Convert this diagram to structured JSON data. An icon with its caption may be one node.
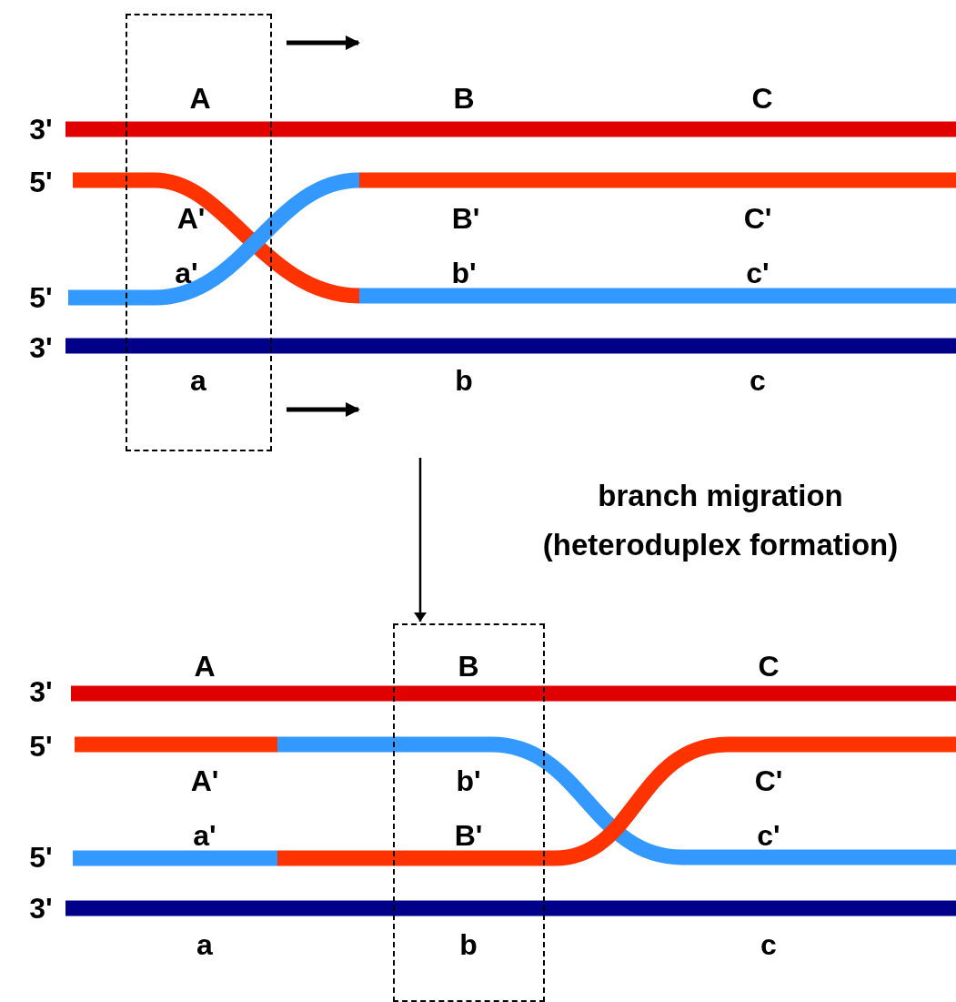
{
  "diagram": {
    "nodes": [
      {
        "text": [],
        "shape": "box"
      },
      {
        "text": [],
        "shape": "box"
      }
    ],
    "edges": [
      {
        "from": null,
        "to": 1,
        "arrow": "to"
      }
    ],
    "labels": [
      "A",
      "B",
      "C",
      "3'",
      "5'",
      "A'",
      "B'",
      "C'",
      "a'",
      "b'",
      "c'",
      "5'",
      "3'",
      "a",
      "b",
      "c",
      "branch migration (heteroduplex formation)",
      "A",
      "B",
      "C",
      "3'",
      "5'",
      "A'",
      "b'",
      "C'",
      "a'",
      "B'",
      "c'",
      "5'",
      "3'",
      "a",
      "b",
      "c"
    ]
  }
}
